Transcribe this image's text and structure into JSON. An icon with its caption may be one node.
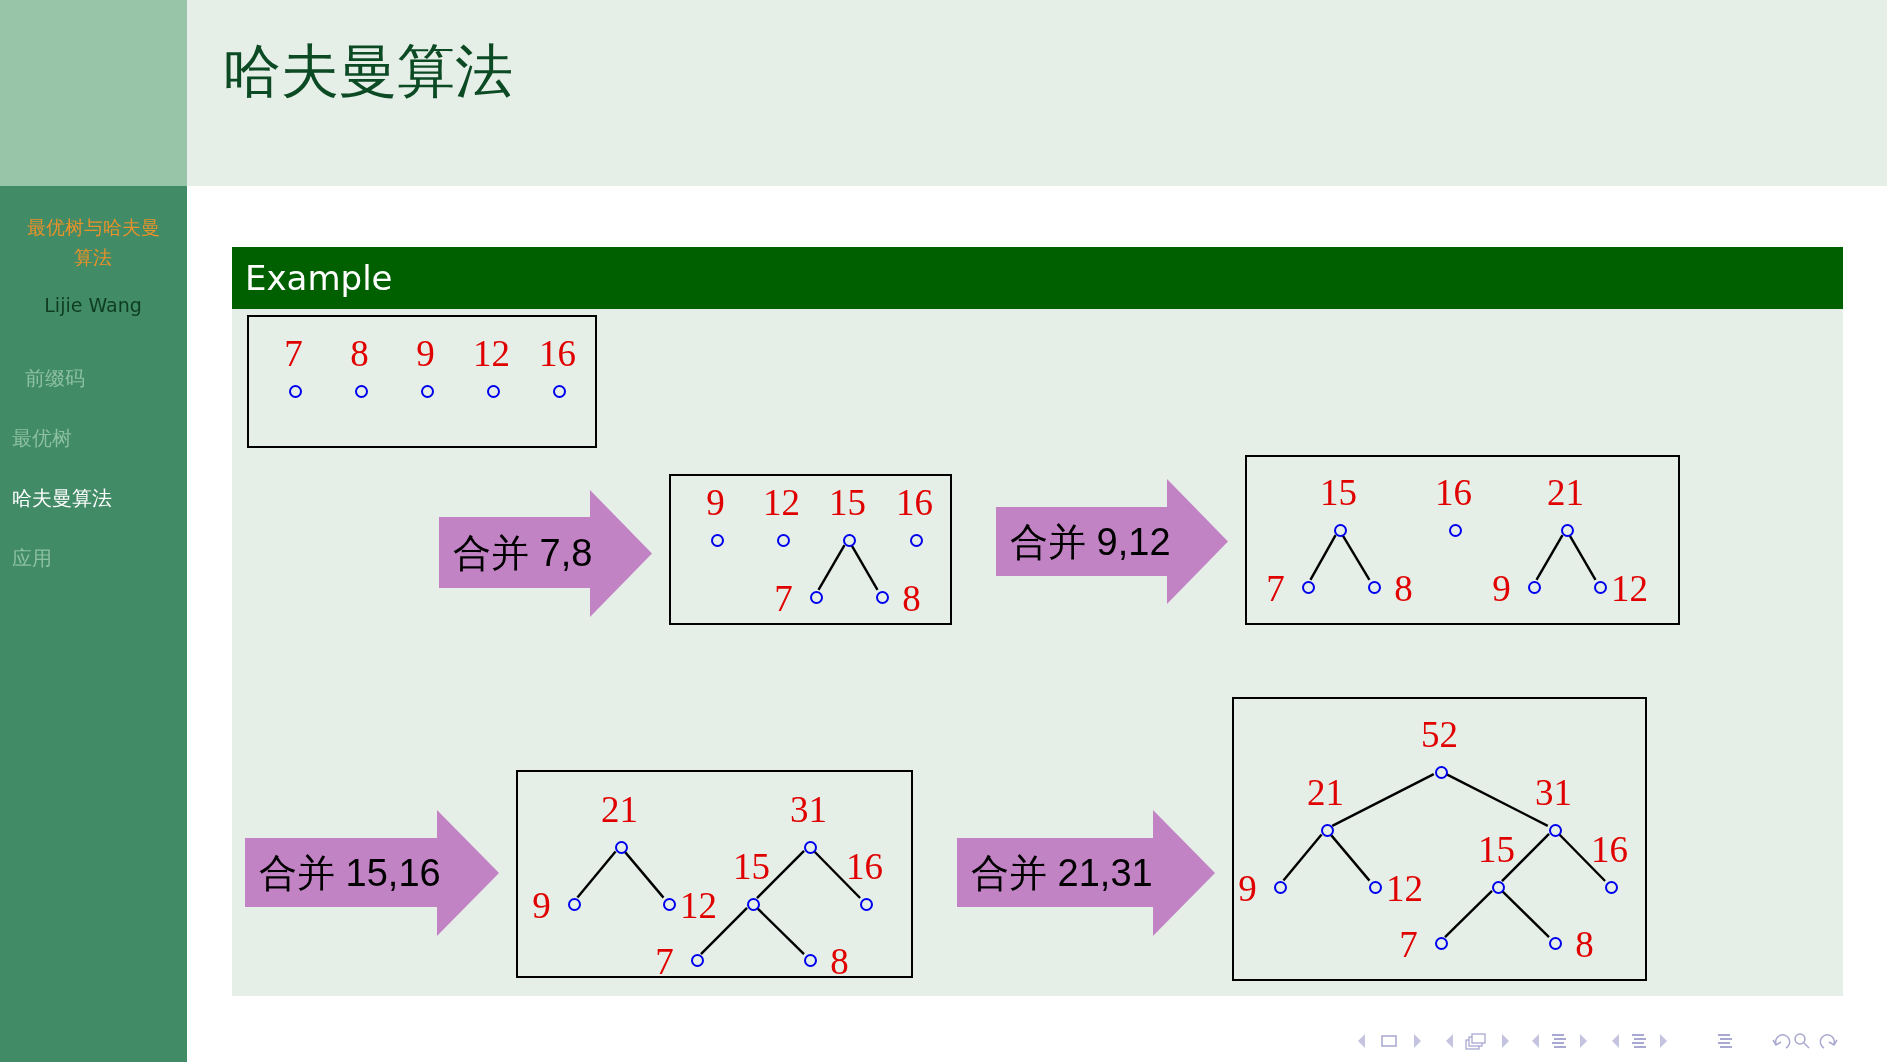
{
  "diagram": {
    "title": "哈夫曼算法",
    "nodes": [
      {
        "text": [
          "Example"
        ]
      },
      {
        "text": [],
        "shape": "box",
        "in": 0
      },
      {
        "text": [],
        "shape": "circle",
        "in": 1,
        "beside": [
          "7"
        ]
      },
      {
        "text": [],
        "shape": "circle",
        "in": 1,
        "beside": [
          "8"
        ]
      },
      {
        "text": [],
        "shape": "circle",
        "in": 1,
        "beside": [
          "9"
        ]
      },
      {
        "text": [],
        "shape": "circle",
        "in": 1,
        "beside": [
          "12"
        ]
      },
      {
        "text": [],
        "shape": "circle",
        "in": 1,
        "beside": [
          "16"
        ]
      },
      {
        "text": [],
        "shape": "box",
        "in": 0
      },
      {
        "text": [],
        "shape": "circle",
        "in": 7,
        "beside": [
          "9"
        ]
      },
      {
        "text": [],
        "shape": "circle",
        "in": 7,
        "beside": [
          "12"
        ]
      },
      {
        "text": [],
        "shape": "circle",
        "in": 7,
        "beside": [
          "15"
        ]
      },
      {
        "text": [],
        "shape": "circle",
        "in": 7,
        "beside": [
          "16"
        ]
      },
      {
        "text": [],
        "shape": "circle",
        "in": 7,
        "beside": [
          "7"
        ]
      },
      {
        "text": [],
        "shape": "circle",
        "in": 7,
        "beside": [
          "8"
        ]
      },
      {
        "text": [],
        "shape": "box",
        "in": 0
      },
      {
        "text": [],
        "shape": "circle",
        "in": 14,
        "beside": [
          "15"
        ]
      },
      {
        "text": [],
        "shape": "circle",
        "in": 14,
        "beside": [
          "16"
        ]
      },
      {
        "text": [],
        "shape": "circle",
        "in": 14,
        "beside": [
          "21"
        ]
      },
      {
        "text": [],
        "shape": "circle",
        "in": 14,
        "beside": [
          "7"
        ]
      },
      {
        "text": [],
        "shape": "circle",
        "in": 14,
        "beside": [
          "8"
        ]
      },
      {
        "text": [],
        "shape": "circle",
        "in": 14,
        "beside": [
          "9"
        ]
      },
      {
        "text": [],
        "shape": "circle",
        "in": 14,
        "beside": [
          "12"
        ]
      },
      {
        "text": [],
        "shape": "box",
        "in": 0
      },
      {
        "text": [],
        "shape": "circle",
        "in": 22,
        "beside": [
          "21"
        ]
      },
      {
        "text": [],
        "shape": "circle",
        "in": 22,
        "beside": [
          "31"
        ]
      },
      {
        "text": [],
        "shape": "circle",
        "in": 22,
        "beside": [
          "9"
        ]
      },
      {
        "text": [],
        "shape": "circle",
        "in": 22,
        "beside": [
          "12"
        ]
      },
      {
        "text": [],
        "shape": "circle",
        "in": 22,
        "beside": [
          "15"
        ]
      },
      {
        "text": [],
        "shape": "circle",
        "in": 22,
        "beside": [
          "16"
        ]
      },
      {
        "text": [],
        "shape": "circle",
        "in": 22,
        "beside": [
          "7"
        ]
      },
      {
        "text": [],
        "shape": "circle",
        "in": 22,
        "beside": [
          "8"
        ]
      },
      {
        "text": [],
        "shape": "box",
        "in": 0
      },
      {
        "text": [],
        "shape": "circle",
        "in": 31,
        "beside": [
          "52"
        ]
      },
      {
        "text": [],
        "shape": "circle",
        "in": 31,
        "beside": [
          "21"
        ]
      },
      {
        "text": [],
        "shape": "circle",
        "in": 31,
        "beside": [
          "31"
        ]
      },
      {
        "text": [],
        "shape": "circle",
        "in": 31,
        "beside": [
          "9"
        ]
      },
      {
        "text": [],
        "shape": "circle",
        "in": 31,
        "beside": [
          "12"
        ]
      },
      {
        "text": [],
        "shape": "circle",
        "in": 31,
        "beside": [
          "15"
        ]
      },
      {
        "text": [],
        "shape": "circle",
        "in": 31,
        "beside": [
          "16"
        ]
      },
      {
        "text": [],
        "shape": "circle",
        "in": 31,
        "beside": [
          "7"
        ]
      },
      {
        "text": [],
        "shape": "circle",
        "in": 31,
        "beside": [
          "8"
        ]
      }
    ],
    "edges": [
      {
        "from": 10,
        "to": 12,
        "arrow": "none"
      },
      {
        "from": 10,
        "to": 13,
        "arrow": "none"
      },
      {
        "from": 15,
        "to": 18,
        "arrow": "none"
      },
      {
        "from": 15,
        "to": 19,
        "arrow": "none"
      },
      {
        "from": 17,
        "to": 20,
        "arrow": "none"
      },
      {
        "from": 17,
        "to": 21,
        "arrow": "none"
      },
      {
        "from": 23,
        "to": 25,
        "arrow": "none"
      },
      {
        "from": 23,
        "to": 26,
        "arrow": "none"
      },
      {
        "from": 24,
        "to": 27,
        "arrow": "none"
      },
      {
        "from": 24,
        "to": 28,
        "arrow": "none"
      },
      {
        "from": 27,
        "to": 29,
        "arrow": "none"
      },
      {
        "from": 27,
        "to": 30,
        "arrow": "none"
      },
      {
        "from": 32,
        "to": 33,
        "arrow": "none"
      },
      {
        "from": 32,
        "to": 34,
        "arrow": "none"
      },
      {
        "from": 33,
        "to": 35,
        "arrow": "none"
      },
      {
        "from": 33,
        "to": 36,
        "arrow": "none"
      },
      {
        "from": 34,
        "to": 37,
        "arrow": "none"
      },
      {
        "from": 34,
        "to": 38,
        "arrow": "none"
      },
      {
        "from": 37,
        "to": 39,
        "arrow": "none"
      },
      {
        "from": 37,
        "to": 40,
        "arrow": "none"
      },
      {
        "from": null,
        "to": 7,
        "arrow": "to",
        "label": "合并 7,8",
        "style": "thick",
        "color": "#c283c5"
      },
      {
        "from": 7,
        "to": 14,
        "arrow": "to",
        "label": "合并 9,12",
        "style": "thick",
        "color": "#c283c5"
      },
      {
        "from": null,
        "to": 22,
        "arrow": "to",
        "label": "合并 15,16",
        "style": "thick",
        "color": "#c283c5"
      },
      {
        "from": 22,
        "to": 31,
        "arrow": "to",
        "label": "合并 21,31",
        "style": "thick",
        "color": "#c283c5"
      }
    ],
    "labels": [
      "最优树与哈夫曼算法",
      "Lijie Wang",
      "前缀码",
      "最优树",
      "哈夫曼算法",
      "应用"
    ]
  }
}
